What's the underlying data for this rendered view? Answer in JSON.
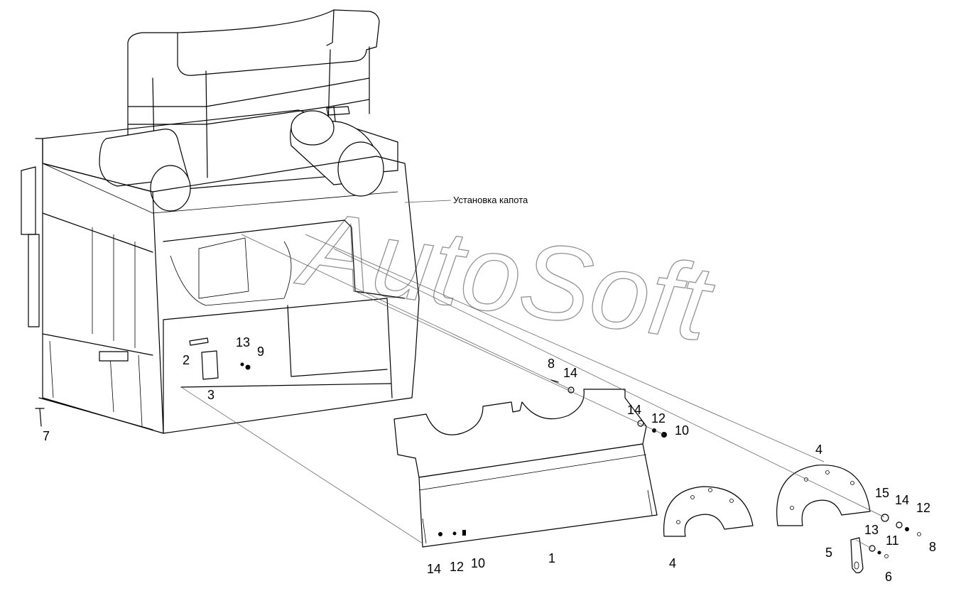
{
  "drawing": {
    "assembly_label": "Установка капота",
    "watermark": "AutoSoft",
    "callouts": [
      {
        "id": "c1",
        "text": "1"
      },
      {
        "id": "c2",
        "text": "2"
      },
      {
        "id": "c3",
        "text": "3"
      },
      {
        "id": "c4a",
        "text": "4"
      },
      {
        "id": "c4b",
        "text": "4"
      },
      {
        "id": "c5",
        "text": "5"
      },
      {
        "id": "c6",
        "text": "6"
      },
      {
        "id": "c7",
        "text": "7"
      },
      {
        "id": "c8a",
        "text": "8"
      },
      {
        "id": "c8b",
        "text": "8"
      },
      {
        "id": "c9",
        "text": "9"
      },
      {
        "id": "c10a",
        "text": "10"
      },
      {
        "id": "c10b",
        "text": "10"
      },
      {
        "id": "c11",
        "text": "11"
      },
      {
        "id": "c12a",
        "text": "12"
      },
      {
        "id": "c12b",
        "text": "12"
      },
      {
        "id": "c12c",
        "text": "12"
      },
      {
        "id": "c13a",
        "text": "13"
      },
      {
        "id": "c13b",
        "text": "13"
      },
      {
        "id": "c14a",
        "text": "14"
      },
      {
        "id": "c14b",
        "text": "14"
      },
      {
        "id": "c14c",
        "text": "14"
      },
      {
        "id": "c14d",
        "text": "14"
      },
      {
        "id": "c15",
        "text": "15"
      }
    ]
  }
}
